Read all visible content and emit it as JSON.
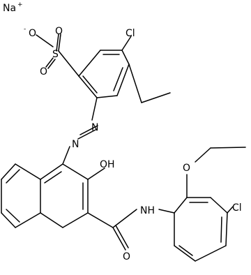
{
  "molecule": {
    "counterion": {
      "symbol": "Na",
      "charge": "+"
    },
    "sulfonate": {
      "o_minus": "O",
      "minus": "-",
      "s": "S",
      "o1": "O",
      "o2": "O"
    },
    "chloro_top": "Cl",
    "azo_n1": "N",
    "azo_n2": "N",
    "hydroxyl": "OH",
    "amide_o": "O",
    "amide_nh": "NH",
    "ether_o": "O",
    "chloro_bottom": "Cl"
  }
}
